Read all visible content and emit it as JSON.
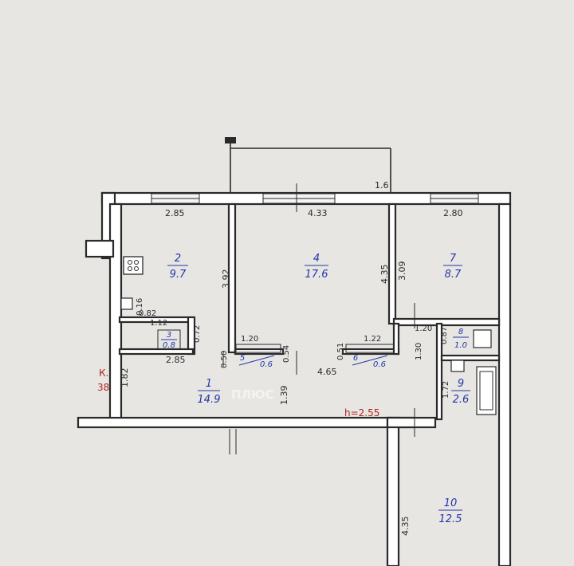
{
  "plan": {
    "balcony_width": "1.6",
    "ceiling_height": "h=2.55",
    "shaft": {
      "label": "К.",
      "number": "38"
    },
    "watermark": "ПЛЮС",
    "rooms": [
      {
        "number": "1",
        "area": "14.9"
      },
      {
        "number": "2",
        "area": "9.7"
      },
      {
        "number": "3",
        "area": "0.8"
      },
      {
        "number": "4",
        "area": "17.6"
      },
      {
        "number": "5",
        "area": "0.6"
      },
      {
        "number": "6",
        "area": "0.6"
      },
      {
        "number": "7",
        "area": "8.7"
      },
      {
        "number": "8",
        "area": "1.0"
      },
      {
        "number": "9",
        "area": "2.6"
      },
      {
        "number": "10",
        "area": "12.5"
      }
    ],
    "dimensions": {
      "room2_width": "2.85",
      "room4_width": "4.33",
      "room7_width": "2.80",
      "room2_depth": "3.92",
      "room4_depth": "4.35",
      "room7_depth": "3.09",
      "corridor_width": "2.85",
      "corridor_length": "4.65",
      "corridor_depth": "1.39",
      "entry_depth": "1.82",
      "closet5_width": "1.20",
      "closet5_depth": "0.54",
      "closet6_width": "1.22",
      "closet6_depth": "0.51",
      "closet_gap": "0.50",
      "closet3_width": "1.12",
      "closet3_depth": "0.72",
      "shaft_a": "0.82",
      "shaft_b": "0.16",
      "wc_width": "1.20",
      "wc_depth": "1.30",
      "wc_small": "0.87",
      "bath_depth": "1.72",
      "room10_depth": "4.35"
    }
  }
}
